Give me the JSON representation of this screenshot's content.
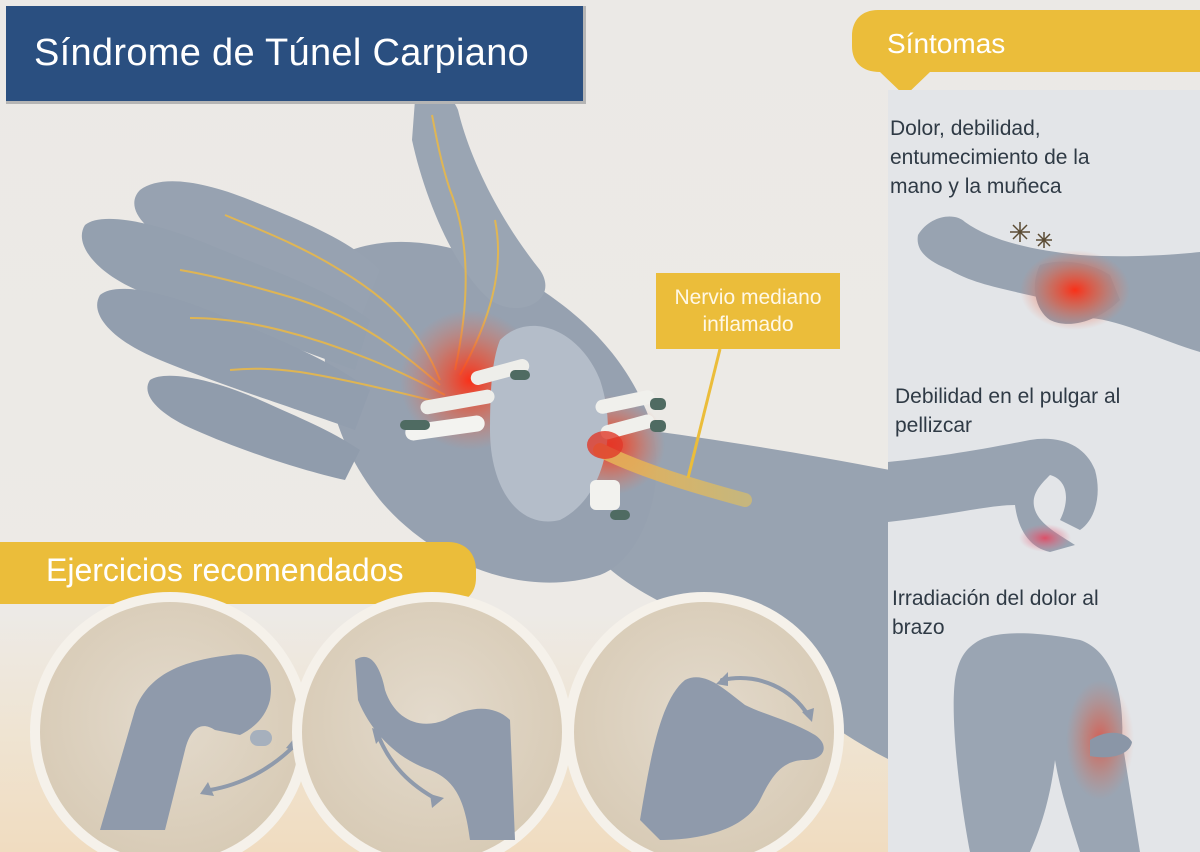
{
  "title": "Síndrome de Túnel Carpiano",
  "symptoms_header": "Síntomas",
  "exercises_header": "Ejercicios recomendados",
  "nerve_label": {
    "line1": "Nervio mediano",
    "line2": "inflamado"
  },
  "symptoms": [
    {
      "lines": [
        "Dolor, debilidad,",
        "entumecimiento de la",
        "mano y la muñeca"
      ]
    },
    {
      "lines": [
        "Debilidad en el pulgar al",
        "pellizcar"
      ]
    },
    {
      "lines": [
        "Irradiación del dolor al",
        "brazo"
      ]
    }
  ],
  "colors": {
    "title_bg": "#2a4f80",
    "accent_yellow": "#ebbd3a",
    "skin_gray": "#98a3b1",
    "inflammation_red": "#e0392b",
    "nerve_line": "#e8b84a"
  }
}
